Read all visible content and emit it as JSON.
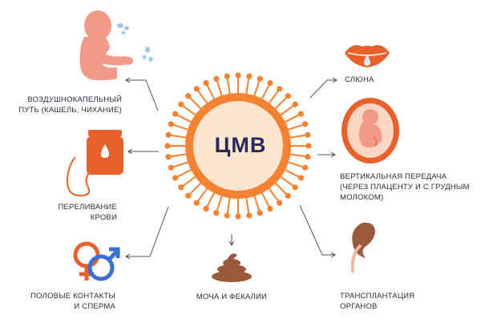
{
  "center": {
    "title": "ЦМВ"
  },
  "routes": {
    "airborne": {
      "line1": "ВОЗДУШНОКАПЕЛЬНЫЙ",
      "line2": "ПУТЬ (КАШЕЛЬ, ЧИХАНИЕ)",
      "icon": "coughing-child-icon"
    },
    "transfusion": {
      "line1": "ПЕРЕЛИВАНИЕ",
      "line2": "КРОВИ",
      "icon": "blood-bag-icon"
    },
    "sexual": {
      "line1": "ПОЛОВЫЕ КОНТАКТЫ",
      "line2": "И СПЕРМА",
      "icon": "gender-symbols-icon"
    },
    "excreta": {
      "line1": "МОЧА И ФЕКАЛИИ",
      "icon": "feces-icon"
    },
    "saliva": {
      "line1": "СЛЮНА",
      "icon": "lips-icon"
    },
    "vertical": {
      "line1": "ВЕРТИКАЛЬНАЯ ПЕРЕДАЧА",
      "line2": "(ЧЕРЕЗ ПЛАЦЕНТУ И С ГРУДНЫМ",
      "line3": "МОЛОКОМ)",
      "icon": "fetus-icon"
    },
    "transplant": {
      "line1": "ТРАНСПЛАНТАЦИЯ",
      "line2": "ОРГАНОВ",
      "icon": "kidney-icon"
    }
  },
  "colors": {
    "virus_orange": "#f58232",
    "virus_core": "#fde6cf",
    "title_navy": "#2a2858",
    "skin_pink": "#f29a8a",
    "icon_orange": "#e8612c",
    "blue": "#3a6fd6",
    "brown": "#9a5a3a",
    "arrow_gray": "#555555"
  }
}
